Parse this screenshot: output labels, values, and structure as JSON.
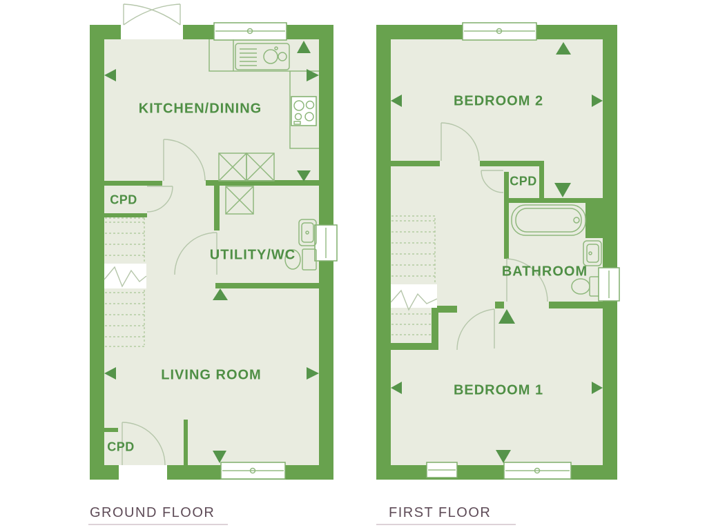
{
  "title": "Two-storey house floor plan",
  "colors": {
    "wall_green": "#68a24e",
    "floor_fill": "#e9ece0",
    "fixture_line_green": "#8fb87d",
    "door_swing_line": "#b5c6aa",
    "room_label_green": "#4f8f45",
    "arrow_green": "#55944a",
    "caption_text": "#5e4b57",
    "caption_rule": "#ddd2d7",
    "background": "#ffffff"
  },
  "ground_floor": {
    "caption": "GROUND FLOOR",
    "rooms": [
      {
        "label": "KITCHEN/DINING"
      },
      {
        "label": "CPD"
      },
      {
        "label": "UTILITY/WC"
      },
      {
        "label": "LIVING ROOM"
      },
      {
        "label": "CPD"
      }
    ]
  },
  "first_floor": {
    "caption": "FIRST FLOOR",
    "rooms": [
      {
        "label": "BEDROOM 2"
      },
      {
        "label": "CPD"
      },
      {
        "label": "BATHROOM"
      },
      {
        "label": "BEDROOM 1"
      }
    ]
  }
}
